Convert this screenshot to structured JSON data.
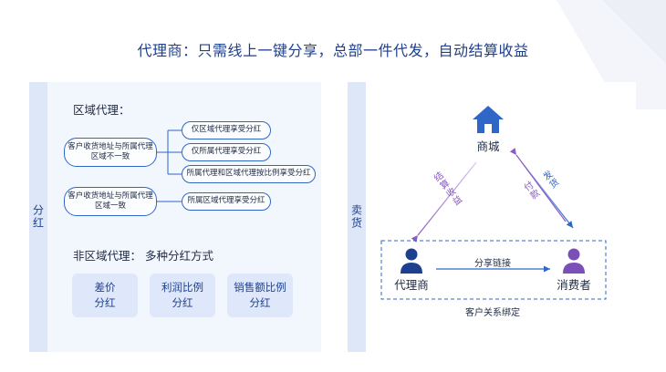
{
  "title": "代理商：只需线上一键分享，总部一件代发，自动结算收益",
  "left_panel": {
    "strip_label": "分红",
    "regional_heading": "区域代理：",
    "case_mismatch": "客户收货地址与所属代理区域不一致",
    "case_match": "客户收货地址与所属代理区域一致",
    "options_mismatch": [
      "仅区域代理享受分红",
      "仅所属代理享受分红",
      "所属代理和区域代理按比例享受分红"
    ],
    "option_match": "所属区域代理享受分红",
    "non_regional_heading": "非区域代理：  多种分红方式",
    "methods": [
      {
        "line1": "差价",
        "line2": "分红"
      },
      {
        "line1": "利润比例",
        "line2": "分红"
      },
      {
        "line1": "销售额比例",
        "line2": "分红"
      }
    ]
  },
  "right_panel": {
    "strip_label": "卖货",
    "mall_icon": "home-icon",
    "mall_label": "商城",
    "agent_icon": "person-icon",
    "agent_label": "代理商",
    "consumer_icon": "person-icon",
    "consumer_label": "消费者",
    "left_arrow_label": "结算收益",
    "right_top_label": "发货",
    "right_bottom_label": "付款",
    "share_label": "分享链接",
    "binding_label": "客户关系绑定"
  },
  "colors": {
    "primary": "#2f67c9",
    "title": "#1d3f8f",
    "purple": "#8a5bc4",
    "panel_bg": "#f2f6fd",
    "tile_bg": "#dfe8fa"
  }
}
